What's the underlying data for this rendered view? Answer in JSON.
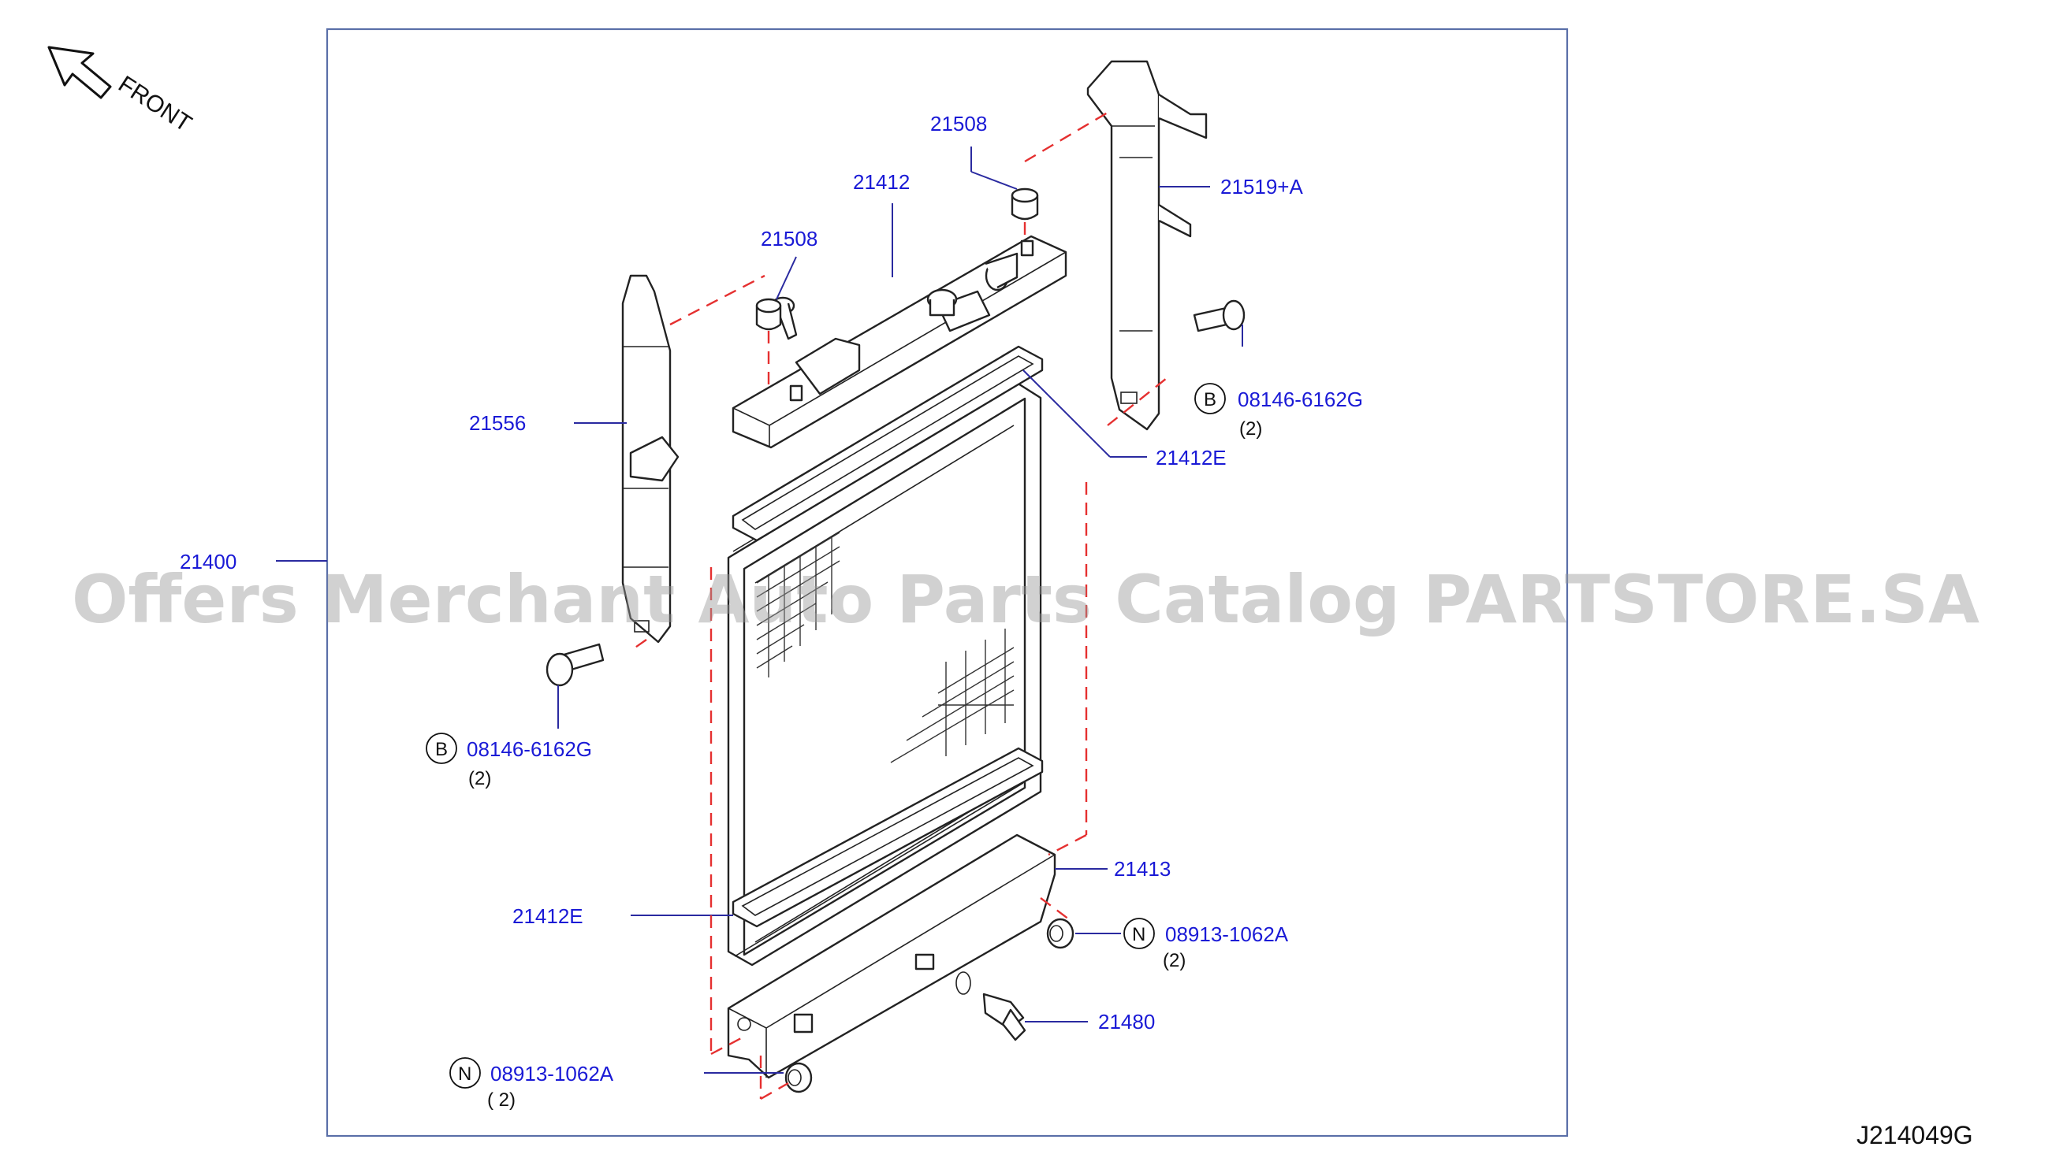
{
  "front_label": "FRONT",
  "diagram_code": "J214049G",
  "watermark": "Offers Merchant Auto Parts Catalog PARTSTORE.SA",
  "callouts": {
    "assembly": "21400",
    "upper_tank": "21412",
    "cushion_left": "21508",
    "cushion_right": "21508",
    "bracket_right": "21519+A",
    "bracket_left": "21556",
    "gasket_upper": "21412E",
    "gasket_lower": "21412E",
    "lower_tank": "21413",
    "drain_cock": "21480",
    "bolt_right": "08146-6162G",
    "bolt_right_qty": "(2)",
    "bolt_right_marker": "B",
    "bolt_left": "08146-6162G",
    "bolt_left_qty": "(2)",
    "bolt_left_marker": "B",
    "nut_right": "08913-1062A",
    "nut_right_qty": "(2)",
    "nut_right_marker": "N",
    "nut_left": "08913-1062A",
    "nut_left_qty": "(  2)",
    "nut_left_marker": "N"
  }
}
